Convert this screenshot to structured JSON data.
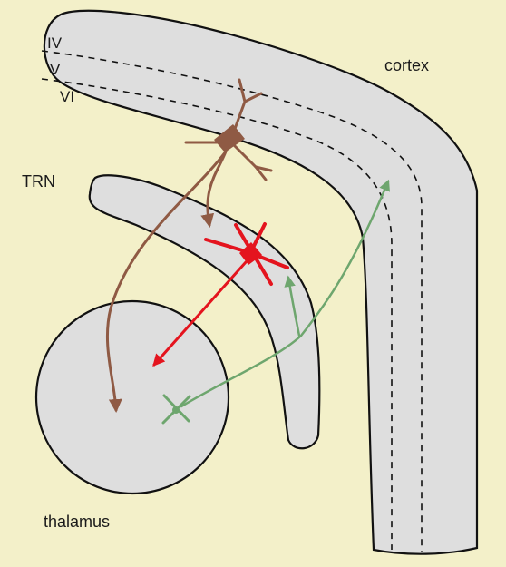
{
  "labels": {
    "cortex": "cortex",
    "trn": "TRN",
    "thalamus": "thalamus",
    "layer_iv": "IV",
    "layer_v": "V",
    "layer_vi": "VI"
  },
  "colors": {
    "background": "#f3f0c9",
    "region_fill": "#dedede",
    "outline": "#111111",
    "corticothalamic_neuron": "#8f5a44",
    "trn_neuron": "#e4141e",
    "thalamocortical_neuron": "#6ea66e"
  }
}
